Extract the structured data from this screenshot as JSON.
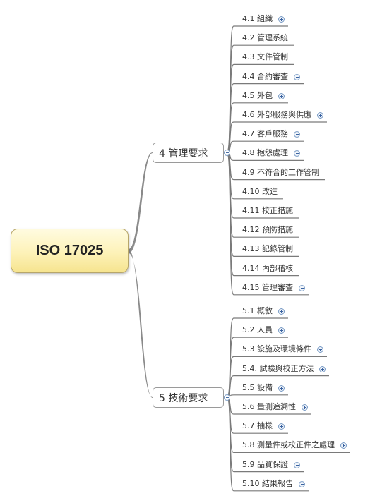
{
  "root": {
    "label": "ISO 17025"
  },
  "branches": [
    {
      "label": "4 管理要求",
      "children": [
        {
          "label": "4.1 組織",
          "expandable": true
        },
        {
          "label": "4.2 管理系統",
          "expandable": false
        },
        {
          "label": "4.3 文件管制",
          "expandable": false
        },
        {
          "label": "4.4 合約審查",
          "expandable": true
        },
        {
          "label": "4.5 外包",
          "expandable": true
        },
        {
          "label": "4.6 外部服務與供應",
          "expandable": true
        },
        {
          "label": "4.7 客戶服務",
          "expandable": true
        },
        {
          "label": "4.8 抱怨處理",
          "expandable": true
        },
        {
          "label": "4.9 不符合的工作管制",
          "expandable": false
        },
        {
          "label": "4.10 改進",
          "expandable": false
        },
        {
          "label": "4.11 校正措施",
          "expandable": false
        },
        {
          "label": "4.12 預防措施",
          "expandable": false
        },
        {
          "label": "4.13 記錄管制",
          "expandable": false
        },
        {
          "label": "4.14 內部稽核",
          "expandable": false
        },
        {
          "label": "4.15 管理審查",
          "expandable": true
        }
      ]
    },
    {
      "label": "5 技術要求",
      "children": [
        {
          "label": "5.1 概敘",
          "expandable": true
        },
        {
          "label": "5.2 人員",
          "expandable": true
        },
        {
          "label": "5.3 設施及環境條件",
          "expandable": true
        },
        {
          "label": "5.4. 試驗與校正方法",
          "expandable": true
        },
        {
          "label": "5.5 設備",
          "expandable": true
        },
        {
          "label": "5.6 量測追溯性",
          "expandable": true
        },
        {
          "label": "5.7 抽樣",
          "expandable": true
        },
        {
          "label": "5.8 測量件或校正件之處理",
          "expandable": true
        },
        {
          "label": "5.9 品質保證",
          "expandable": true
        },
        {
          "label": "5.10 結果報告",
          "expandable": true
        }
      ]
    }
  ]
}
